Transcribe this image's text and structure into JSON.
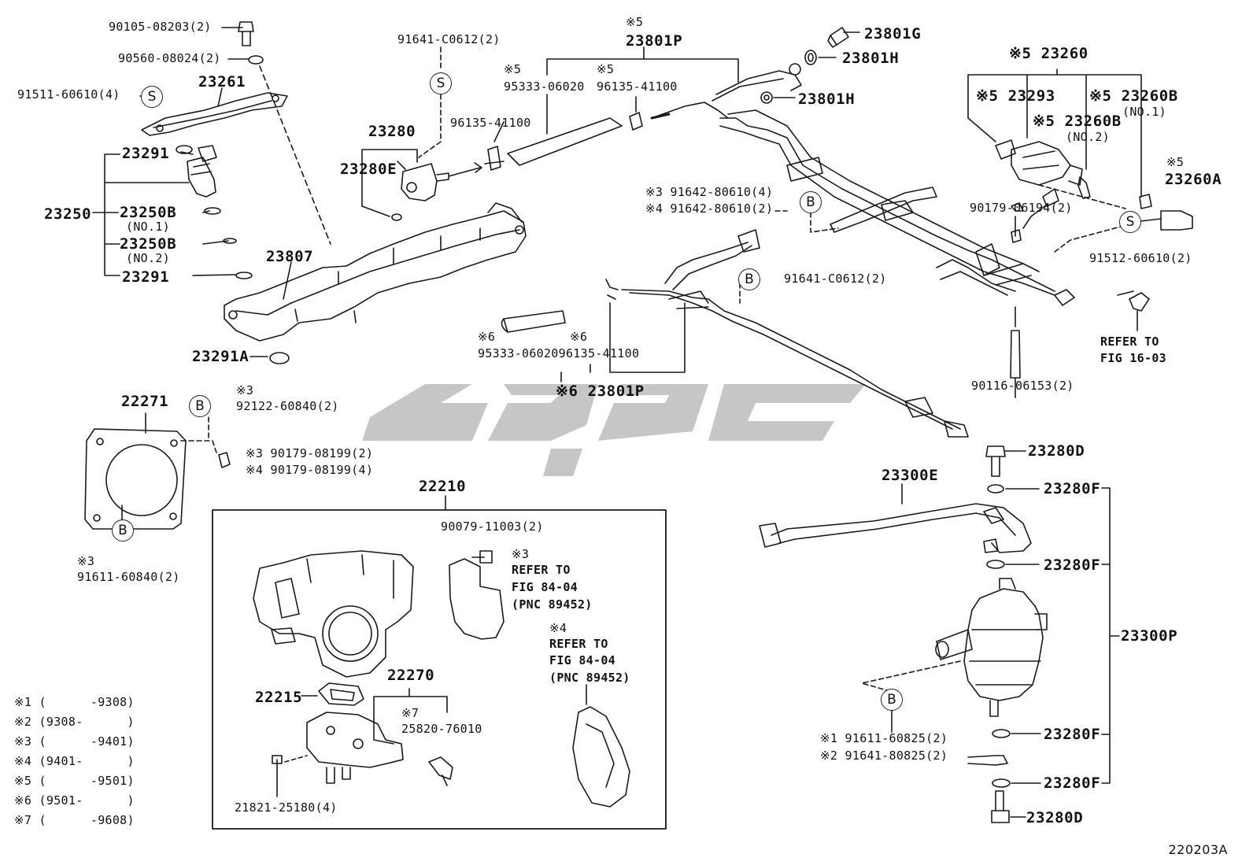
{
  "figure_code": "220203A",
  "labels": {
    "p1": "90105-08203(2)",
    "p2": "90560-08024(2)",
    "p3": "91511-60610(4)",
    "p4": "23261",
    "p5": "23291",
    "p6": "23250",
    "p7": "23250B",
    "p8": "(NO.1)",
    "p9": "23250B",
    "p10": "(NO.2)",
    "p11": "23291",
    "p12": "23807",
    "p13": "23291A",
    "p14": "91641-C0612(2)",
    "p15": "23280",
    "p16": "23280E",
    "p17": "※5",
    "p18": "23801P",
    "p19": "※5",
    "p20": "95333-06020",
    "p21": "※5",
    "p22": "96135-41100",
    "p23": "96135-41100",
    "p24": "23801G",
    "p25": "23801H",
    "p26": "23801H",
    "p27": "※5 23260",
    "p28": "※5 23293",
    "p29": "※5 23260B",
    "p30": "(NO.1)",
    "p31": "※5 23260B",
    "p32": "(NO.2)",
    "p33": "※5",
    "p34": "23260A",
    "p35": "※3 91642-80610(4)",
    "p36": "※4 91642-80610(2)",
    "p37": "90179-06194(2)",
    "p38": "91512-60610(2)",
    "p39": "REFER TO",
    "p40": "FIG 16-03",
    "p41": "91641-C0612(2)",
    "p42": "※6",
    "p43": "※6",
    "p44": "95333-0602096135-41100",
    "p45": "※6 23801P",
    "p46": "90116-06153(2)",
    "p47": "22271",
    "p48": "※3",
    "p49": "92122-60840(2)",
    "p50": "※3 90179-08199(2)",
    "p51": "※4 90179-08199(4)",
    "p52": "※3",
    "p53": "91611-60840(2)",
    "p54": "22210",
    "p55": "90079-11003(2)",
    "p56": "※3",
    "p57": "REFER TO",
    "p58": "FIG 84-04",
    "p59": "(PNC 89452)",
    "p60": "※4",
    "p61": "REFER TO",
    "p62": "FIG 84-04",
    "p63": "(PNC 89452)",
    "p64": "22270",
    "p65": "22215",
    "p66": "※7",
    "p67": "25820-76010",
    "p68": "21821-25180(4)",
    "p69": "23280D",
    "p70": "23300E",
    "p71": "23280F",
    "p72": "23280F",
    "p73": "23300P",
    "p74": "※1 91611-60825(2)",
    "p75": "※2 91641-80825(2)",
    "p76": "23280F",
    "p77": "23280F",
    "p78": "23280D"
  },
  "circle_markers": {
    "s_left": "S",
    "s_top": "S",
    "s_right": "S",
    "b_upper": "B",
    "b_mid": "B",
    "b_gasket_top": "B",
    "b_gasket_bottom": "B",
    "b_filter": "B"
  },
  "legend": [
    {
      "mark": "※1",
      "range": "(      -9308)"
    },
    {
      "mark": "※2",
      "range": "(9308-      )"
    },
    {
      "mark": "※3",
      "range": "(      -9401)"
    },
    {
      "mark": "※4",
      "range": "(9401-      )"
    },
    {
      "mark": "※5",
      "range": "(      -9501)"
    },
    {
      "mark": "※6",
      "range": "(9501-      )"
    },
    {
      "mark": "※7",
      "range": "(      -9608)"
    }
  ],
  "colors": {
    "line": "#1a1a1a",
    "watermark": "#c6c6c6"
  }
}
